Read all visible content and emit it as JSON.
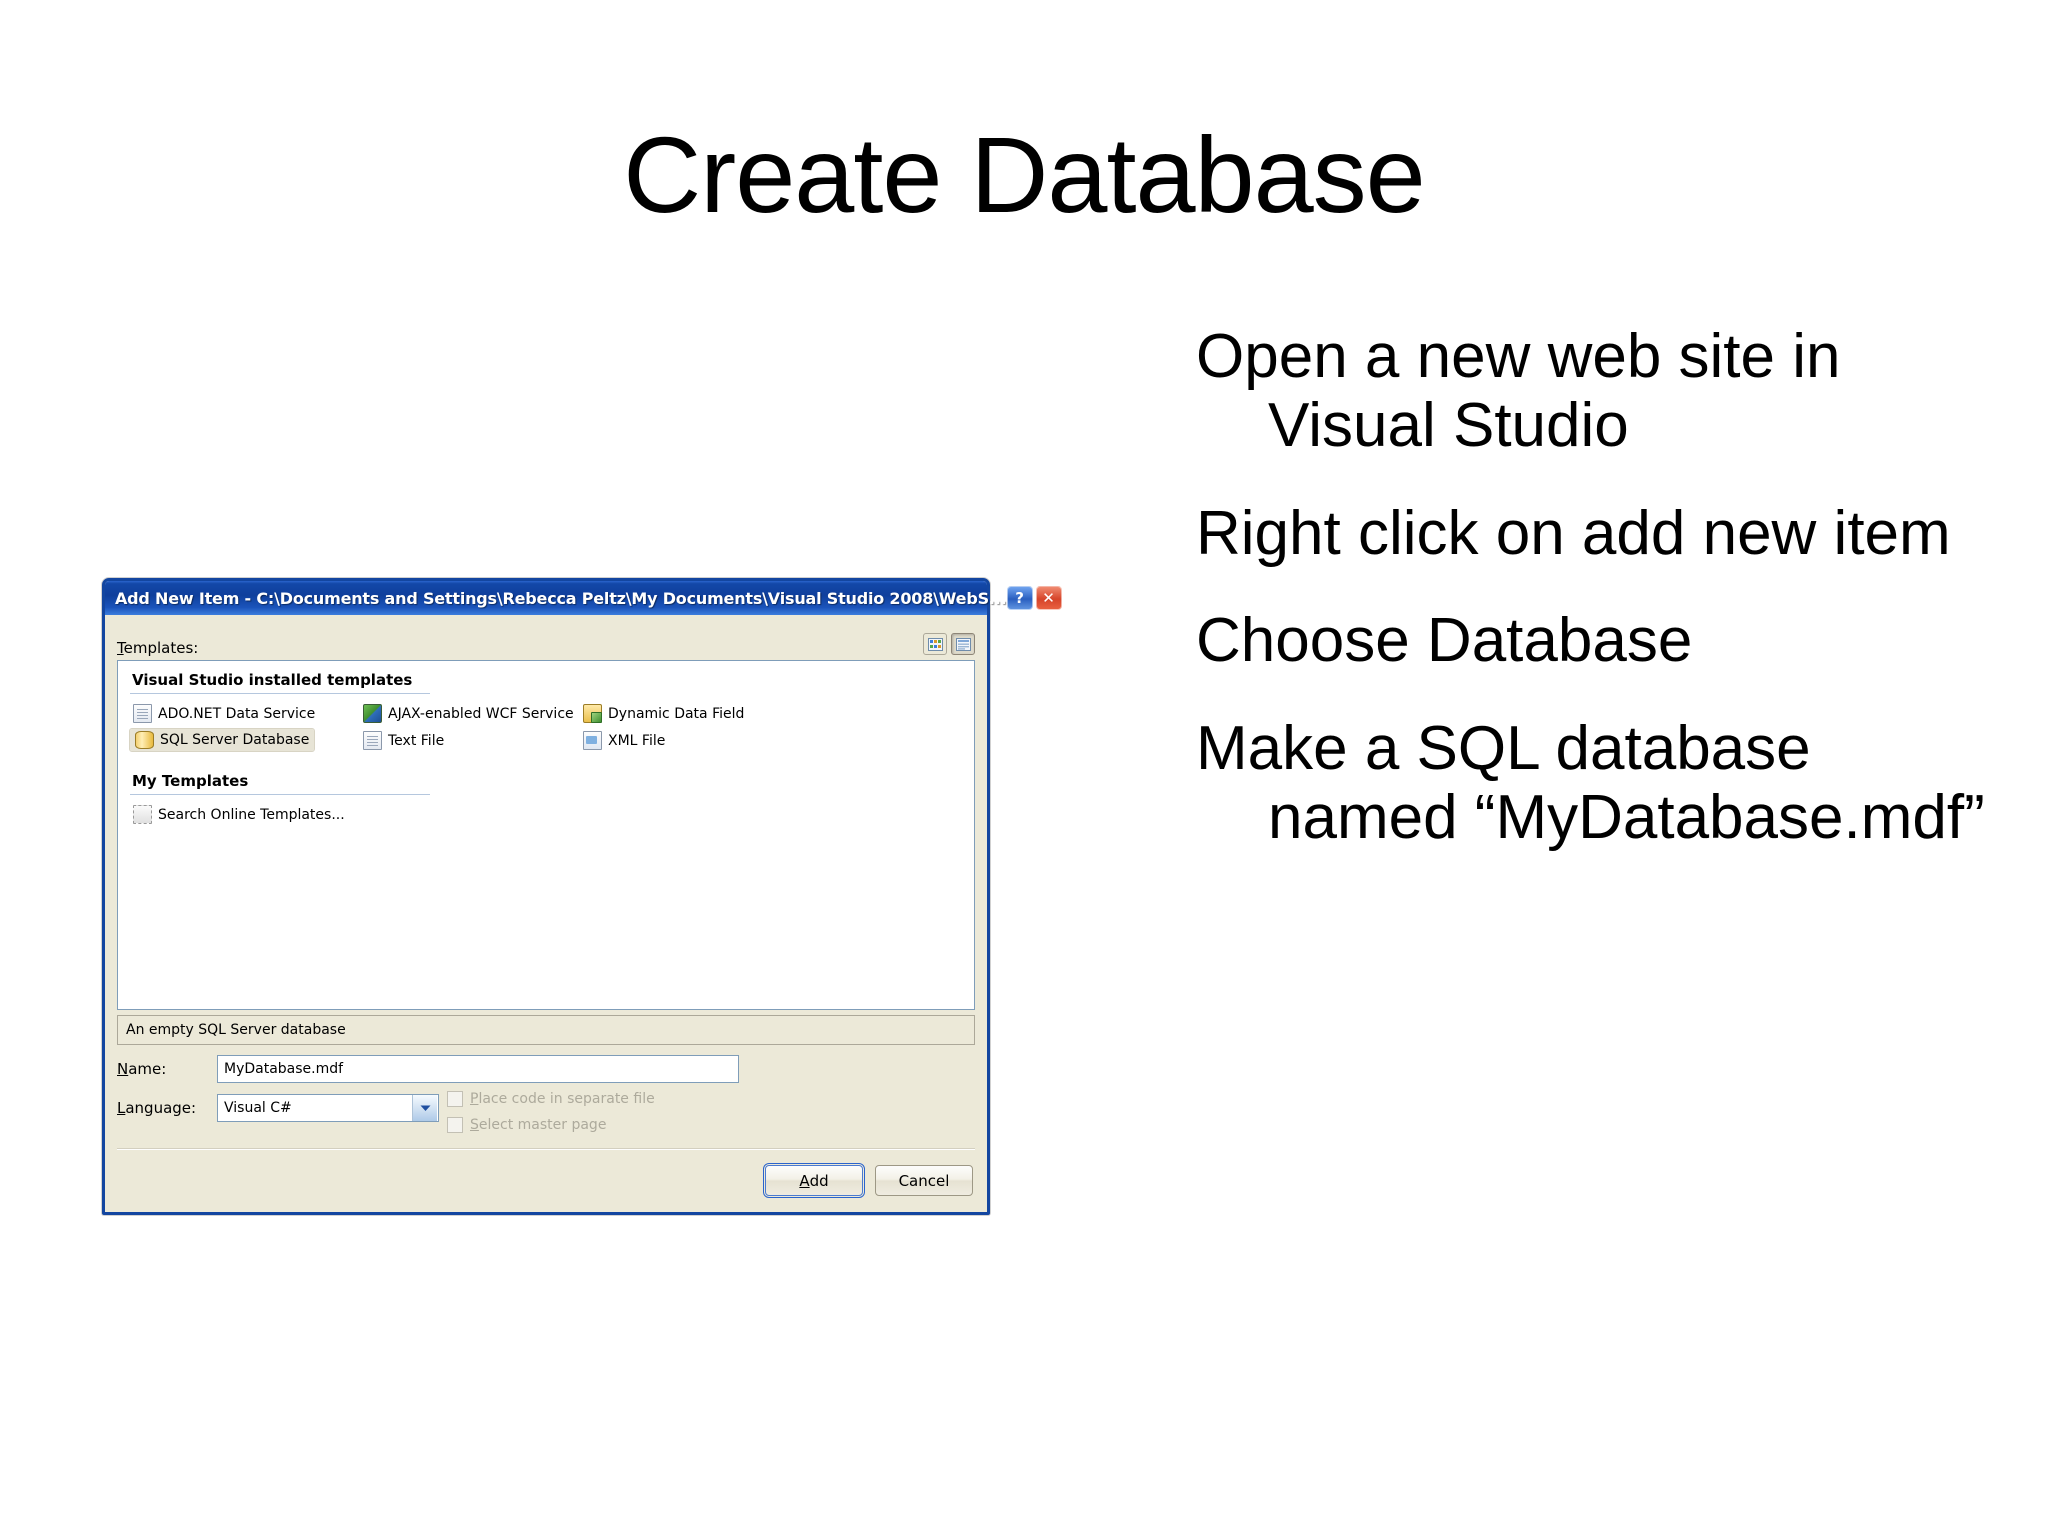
{
  "slide": {
    "title": "Create Database",
    "bullets": [
      "Open a new web site in Visual Studio",
      "Right click on add new item",
      "Choose Database",
      "Make a SQL database named “MyDatabase.mdf”"
    ]
  },
  "dialog": {
    "titlebar": {
      "text": "Add New Item  -  C:\\Documents and Settings\\Rebecca Peltz\\My Documents\\Visual Studio 2008\\WebS...",
      "help_label": "?",
      "close_label": "✕"
    },
    "templates_label": "Templates:",
    "view_buttons": [
      {
        "name": "large-icons-view",
        "pressed": false
      },
      {
        "name": "list-view",
        "pressed": true
      }
    ],
    "groups": [
      {
        "header": "Visual Studio installed templates",
        "items": [
          {
            "label": "ADO.NET Data Service",
            "icon": "ado-net-data-service-icon",
            "selected": false
          },
          {
            "label": "AJAX-enabled WCF Service",
            "icon": "ajax-wcf-service-icon",
            "selected": false
          },
          {
            "label": "Dynamic Data Field",
            "icon": "dynamic-data-field-icon",
            "selected": false
          },
          {
            "label": "SQL Server Database",
            "icon": "sql-server-database-icon",
            "selected": true
          },
          {
            "label": "Text File",
            "icon": "text-file-icon",
            "selected": false
          },
          {
            "label": "XML File",
            "icon": "xml-file-icon",
            "selected": false
          }
        ]
      },
      {
        "header": "My Templates",
        "items": [
          {
            "label": "Search Online Templates...",
            "icon": "search-online-templates-icon",
            "selected": false
          }
        ]
      }
    ],
    "description": "An empty SQL Server database",
    "form": {
      "name_label": "Name:",
      "name_value": "MyDatabase.mdf",
      "language_label": "Language:",
      "language_value": "Visual C#",
      "checkbox_place_code": "Place code in separate file",
      "checkbox_select_master": "Select master page",
      "checkbox_place_code_checked": false,
      "checkbox_select_master_checked": false
    },
    "buttons": {
      "add": "Add",
      "cancel": "Cancel"
    },
    "colors": {
      "titlebar_blue": "#0f3f9c",
      "dialog_face": "#ece9d8",
      "border_blue": "#1346a0",
      "selection": "#e7e4d6",
      "close_red": "#d6442a"
    }
  }
}
